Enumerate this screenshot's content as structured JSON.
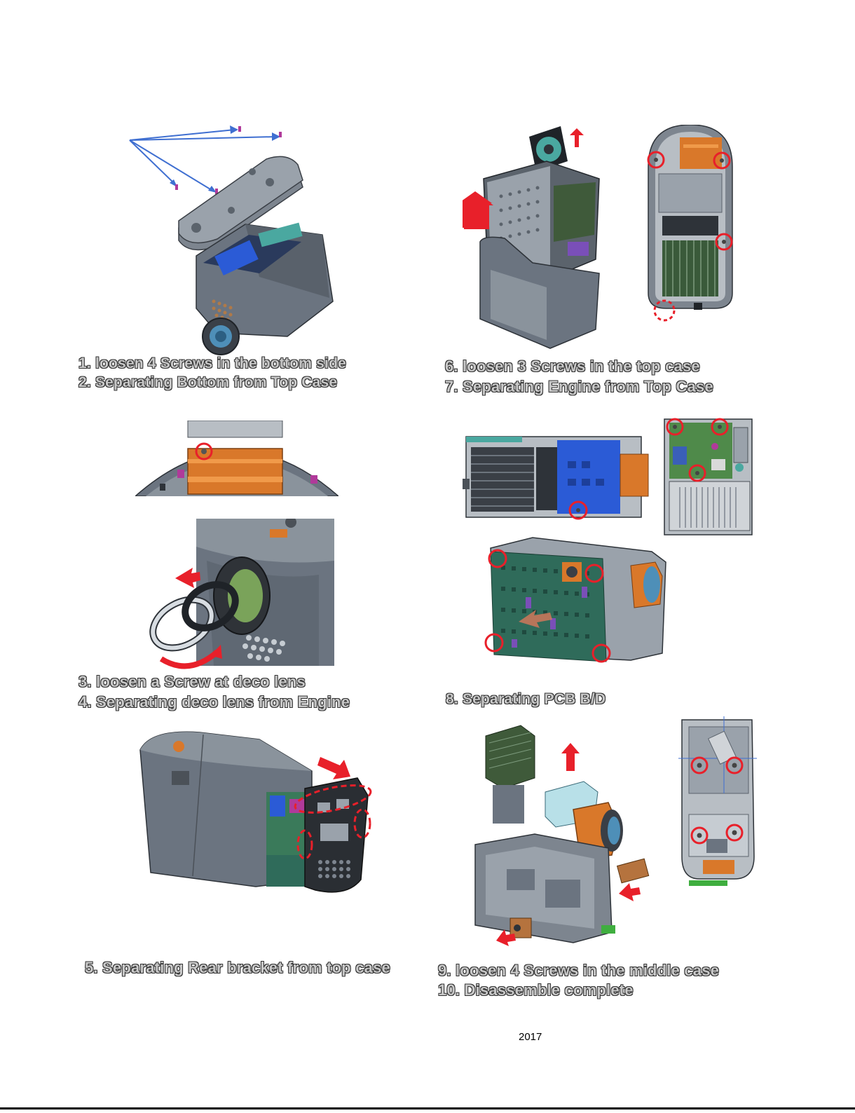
{
  "steps": {
    "s1": "1. loosen 4 Screws in the bottom side",
    "s2": "2. Separating Bottom from Top Case",
    "s3": "3. loosen a Screw at deco lens",
    "s4": "4. Separating deco lens from Engine",
    "s5": "5. Separating Rear bracket from top case",
    "s6": "6. loosen 3 Screws in the top case",
    "s7": "7. Separating Engine from Top Case",
    "s8": "8. Separating PCB B/D",
    "s9": "9. loosen 4 Screws in the middle case",
    "s10": "10. Disassemble complete"
  },
  "page_number": "2017",
  "colors": {
    "caption_fill": "#c9c9c9",
    "caption_outline": "#333333",
    "callout_red": "#e8202a",
    "arrow_blue": "#3f6fd1",
    "case_gray": "#6b7480",
    "lens_orange": "#d9782a",
    "pcb_green": "#2f6b5a",
    "bracket_blue": "#2b5bd6"
  }
}
